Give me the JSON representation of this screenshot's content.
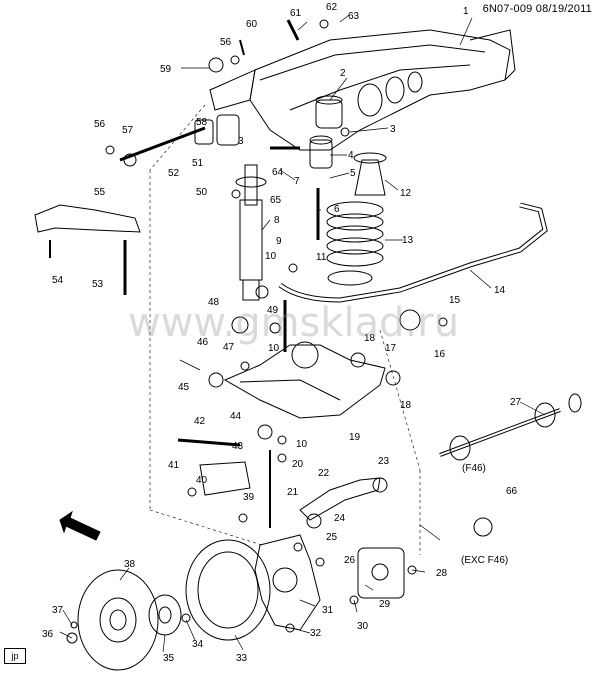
{
  "header": {
    "id_date": "6N07-009  08/19/2011"
  },
  "watermark": "www.gmsklad.ru",
  "corner_tag": "jp",
  "notes": {
    "f46": "(F46)",
    "exc_f46": "(EXC F46)"
  },
  "callouts": [
    "1",
    "2",
    "3",
    "3",
    "4",
    "5",
    "6",
    "7",
    "8",
    "9",
    "10",
    "10",
    "10",
    "11",
    "12",
    "13",
    "14",
    "15",
    "16",
    "17",
    "18",
    "18",
    "19",
    "20",
    "21",
    "22",
    "23",
    "24",
    "25",
    "26",
    "27",
    "28",
    "29",
    "30",
    "31",
    "32",
    "33",
    "34",
    "35",
    "36",
    "37",
    "38",
    "39",
    "40",
    "41",
    "42",
    "43",
    "44",
    "45",
    "46",
    "47",
    "48",
    "49",
    "50",
    "51",
    "52",
    "53",
    "54",
    "55",
    "56",
    "56",
    "57",
    "58",
    "59",
    "60",
    "61",
    "62",
    "63",
    "64",
    "65",
    "66"
  ],
  "colors": {
    "ink": "#000000",
    "paper": "#ffffff"
  }
}
